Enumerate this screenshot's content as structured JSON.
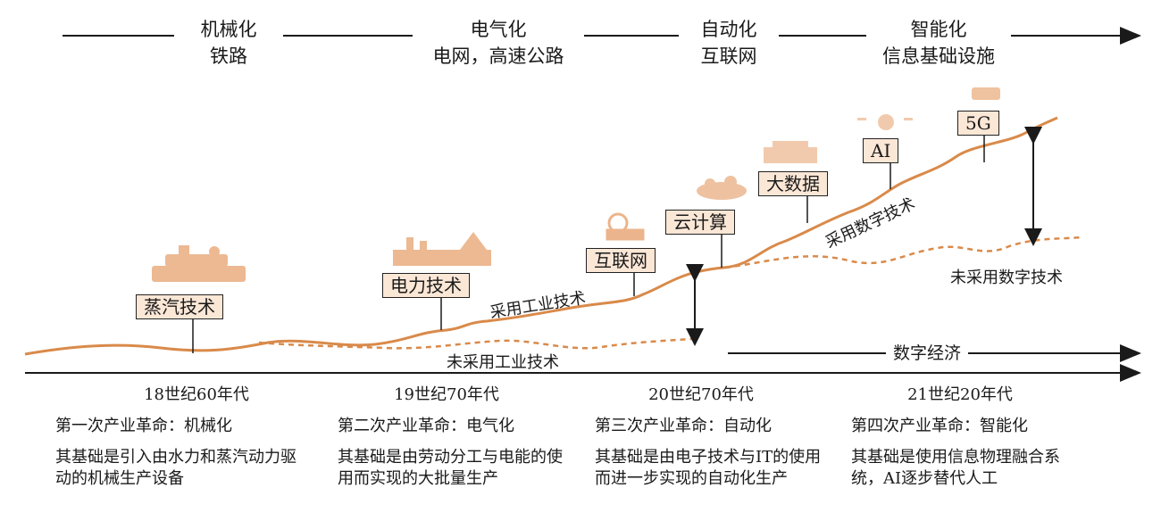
{
  "top_phases": [
    {
      "title": "机械化",
      "sub": "铁路"
    },
    {
      "title": "电气化",
      "sub": "电网，高速公路"
    },
    {
      "title": "自动化",
      "sub": "互联网"
    },
    {
      "title": "智能化",
      "sub": "信息基础设施"
    }
  ],
  "tech_boxes": [
    "蒸汽技术",
    "电力技术",
    "互联网",
    "云计算",
    "大数据",
    "AI",
    "5G"
  ],
  "curve_labels": {
    "industrial_adopted": "采用工业技术",
    "industrial_not_adopted": "未采用工业技术",
    "digital_adopted": "采用数字技术",
    "digital_not_adopted": "未采用数字技术"
  },
  "digital_economy": "数字经济",
  "eras": [
    "18世纪60年代",
    "19世纪70年代",
    "20世纪70年代",
    "21世纪20年代"
  ],
  "revolutions": [
    {
      "title": "第一次产业革命：机械化",
      "body": "其基础是引入由水力和蒸汽动力驱动的机械生产设备"
    },
    {
      "title": "第二次产业革命：电气化",
      "body": "其基础是由劳动分工与电能的使用而实现的大批量生产"
    },
    {
      "title": "第三次产业革命：自动化",
      "body": "其基础是由电子技术与IT的使用而进一步实现的自动化生产"
    },
    {
      "title": "第四次产业革命：智能化",
      "body": "其基础是使用信息物理融合系统，AI逐步替代人工"
    }
  ],
  "colors": {
    "curve": "#d98a4a",
    "box_fill": "#fbe7d6",
    "line": "#1a1a1a",
    "icon": "#e8a878"
  }
}
